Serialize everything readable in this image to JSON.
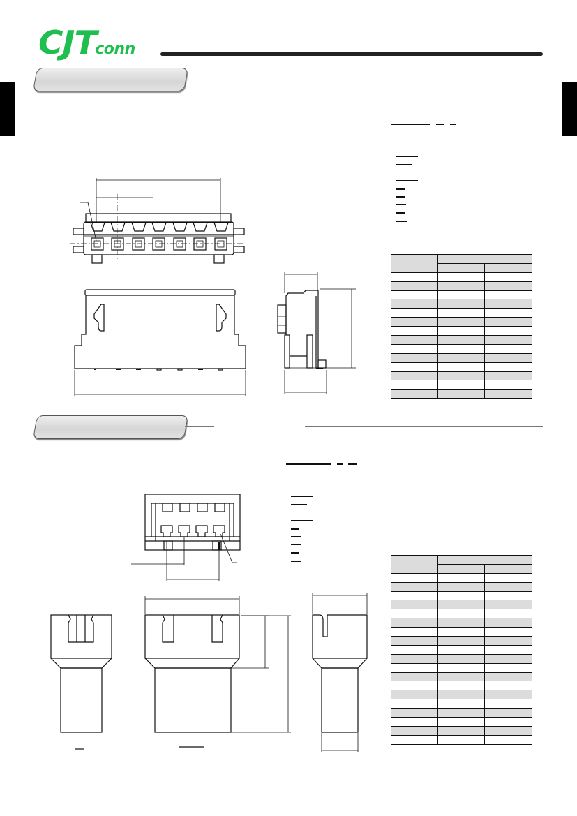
{
  "header": {
    "brand_main": "CJT",
    "brand_sub": "conn",
    "brand_color": "#1fbf4f"
  },
  "sections": [
    {
      "name": "wafer-section",
      "tab_label": "",
      "drawing_views": [
        "top-view",
        "front-view",
        "side-view"
      ],
      "spec_lines": {
        "title_underlines": 3,
        "group1_underlines": 2,
        "group2_underlines": 6
      },
      "table": {
        "header_rows": 2,
        "columns": 3,
        "data_rows": 14,
        "header": [
          "",
          "",
          ""
        ],
        "rows": []
      }
    },
    {
      "name": "housing-section",
      "tab_label": "",
      "drawing_views": [
        "top-view",
        "left-view",
        "front-view",
        "side-view"
      ],
      "spec_lines": {
        "title_underlines": 3,
        "group1_underlines": 2,
        "group2_underlines": 6
      },
      "table": {
        "header_rows": 2,
        "columns": 3,
        "data_rows": 19,
        "header": [
          "",
          "",
          ""
        ],
        "rows": []
      }
    }
  ],
  "colors": {
    "table_shade": "#dcdcdc",
    "rule": "#222222"
  }
}
